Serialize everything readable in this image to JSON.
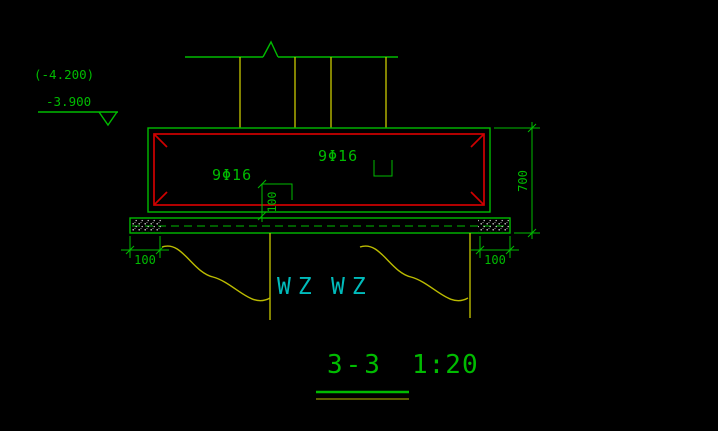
{
  "drawing": {
    "elevation": {
      "upper": "(-4.200)",
      "lower": "-3.900"
    },
    "rebar": {
      "top_label": "9Φ16",
      "mid_label": "9Φ16"
    },
    "dimensions": {
      "step_height": "100",
      "left_overhang": "100",
      "right_overhang": "100",
      "cap_height": "700"
    },
    "piles": {
      "left_label": "WZ",
      "right_label": "WZ"
    },
    "title": {
      "name": "3-3",
      "scale": "1:20"
    }
  },
  "colors": {
    "c-bg": "#000000",
    "c-green": "#00bb00",
    "c-red": "#d00000",
    "c-yellow": "#bbbb00",
    "c-cyan": "#00bcbc",
    "c-hatch": "#cccccc"
  }
}
